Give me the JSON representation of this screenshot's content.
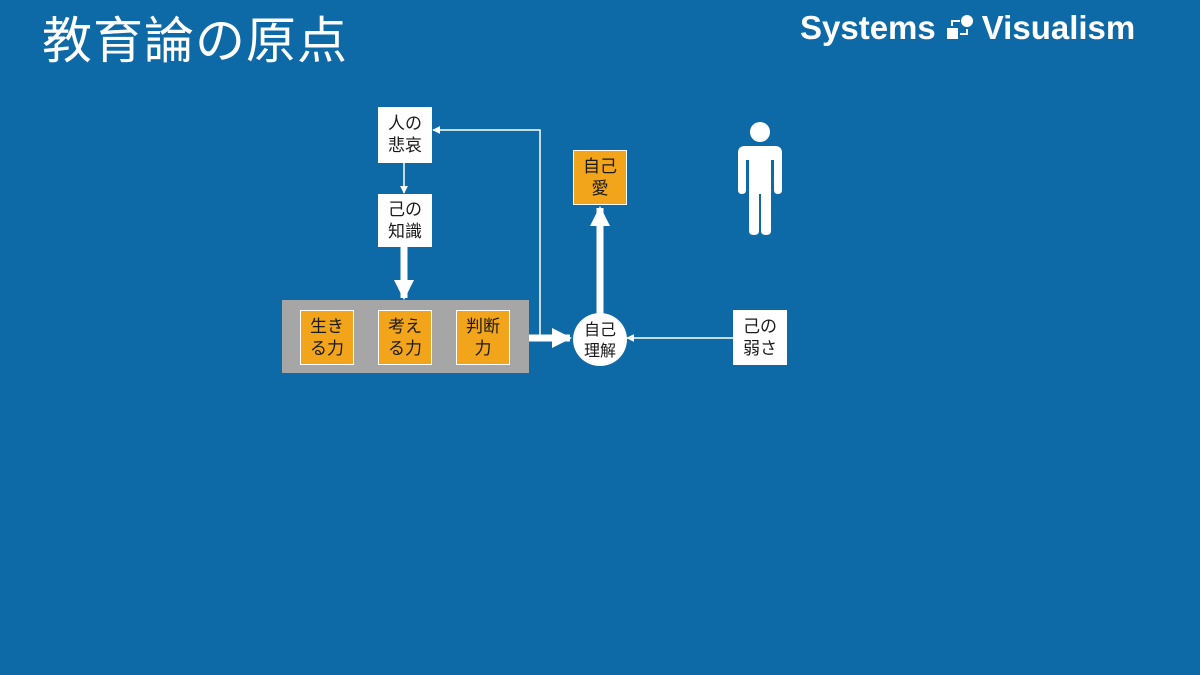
{
  "title": "教育論の原点",
  "brand": {
    "left": "Systems",
    "right": "Visualism",
    "logo_icon": "systems-loop-icon"
  },
  "colors": {
    "background": "#0e69a7",
    "node_white": "#ffffff",
    "node_orange": "#f2a41a",
    "panel_gray": "#a6a6a6"
  },
  "nodes": {
    "human_sorrow": "人の\n悲哀",
    "self_knowledge": "己の\n知識",
    "ability_live": "生き\nる力",
    "ability_think": "考え\nる力",
    "ability_judge": "判断\n力",
    "self_understanding": "自己\n理解",
    "self_love": "自己\n愛",
    "self_weakness": "己の\n弱さ"
  },
  "edges": [
    {
      "from": "human_sorrow",
      "to": "self_knowledge",
      "weight": "thin"
    },
    {
      "from": "self_knowledge",
      "to": "abilities_group",
      "weight": "thick"
    },
    {
      "from": "abilities_group",
      "to": "self_understanding",
      "weight": "thick"
    },
    {
      "from": "abilities_group",
      "to": "human_sorrow",
      "weight": "thin"
    },
    {
      "from": "self_understanding",
      "to": "self_love",
      "weight": "thick"
    },
    {
      "from": "self_weakness",
      "to": "self_understanding",
      "weight": "thin"
    }
  ],
  "figure_icon": "person-icon"
}
